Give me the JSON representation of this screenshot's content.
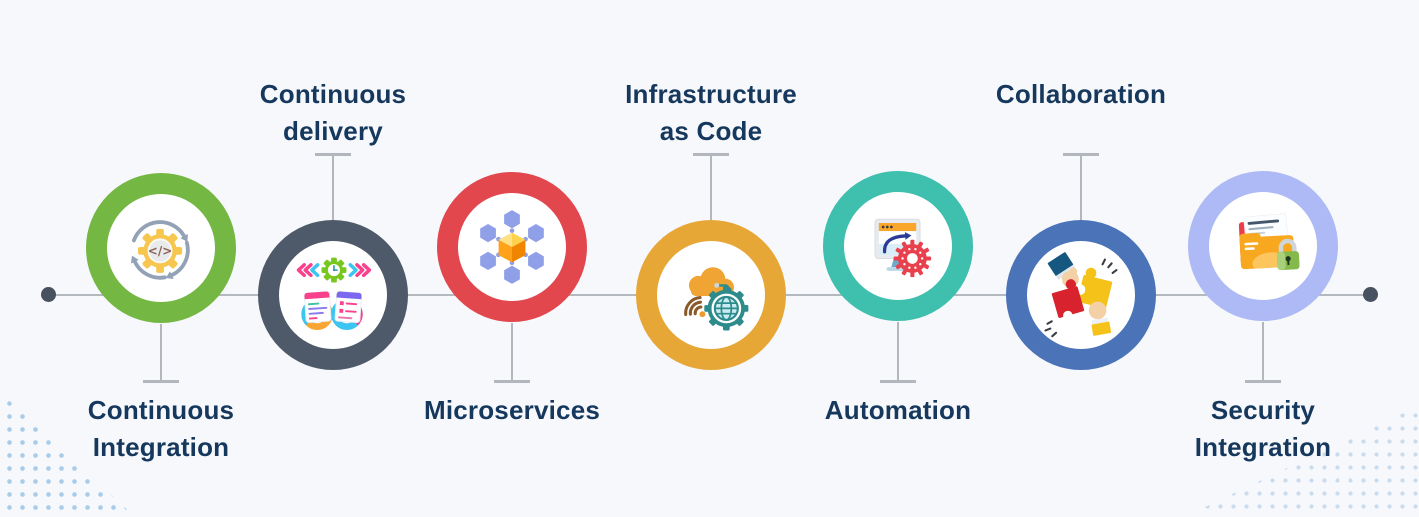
{
  "page": {
    "background_color": "#f7f8fc"
  },
  "timeline": {
    "line_color": "#b4b8bf",
    "endpoint_dot_color": "#47515f",
    "connector_color": "#b3b7bd"
  },
  "label_style": {
    "color": "#16385d"
  },
  "nodes": [
    {
      "label": "Continuous Integration",
      "label_position": "below",
      "ring_color": "#74b843",
      "icon": "continuous-integration-cycle-gear-icon"
    },
    {
      "label": "Continuous delivery",
      "label_position": "above",
      "ring_color": "#4e5a69",
      "icon": "continuous-delivery-pipeline-icon"
    },
    {
      "label": "Microservices",
      "label_position": "below",
      "ring_color": "#e2474e",
      "icon": "microservices-cube-network-icon"
    },
    {
      "label": "Infrastructure as Code",
      "label_position": "above",
      "ring_color": "#e7a737",
      "icon": "infrastructure-as-code-cloud-gear-icon"
    },
    {
      "label": "Automation",
      "label_position": "below",
      "ring_color": "#3fbfad",
      "icon": "automation-monitor-gear-icon"
    },
    {
      "label": "Collaboration",
      "label_position": "above",
      "ring_color": "#4b73b8",
      "icon": "collaboration-puzzle-hands-icon"
    },
    {
      "label": "Security Integration",
      "label_position": "below",
      "ring_color": "#adbaf5",
      "icon": "security-integration-folder-lock-icon"
    }
  ]
}
